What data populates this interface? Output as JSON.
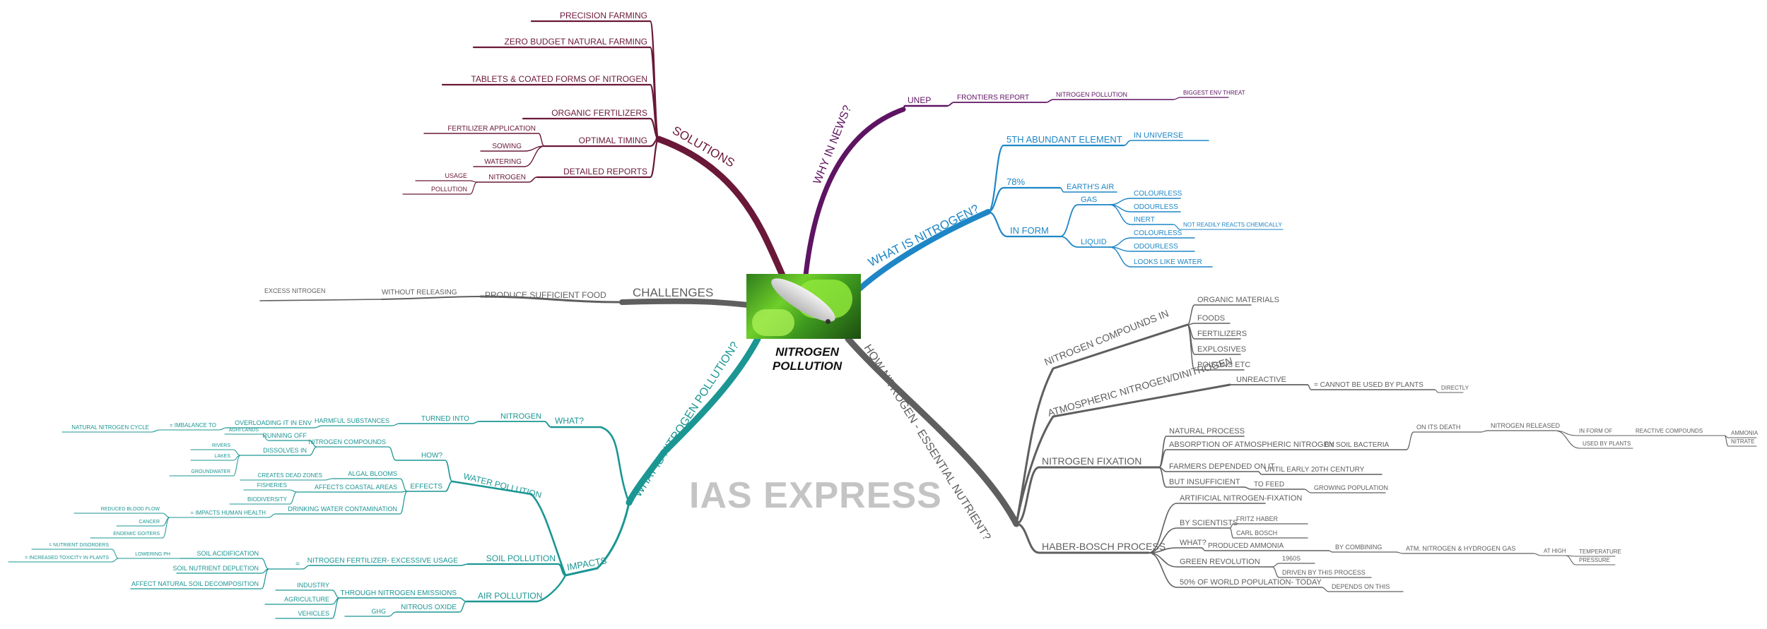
{
  "center": {
    "line1": "NITROGEN",
    "line2": "POLLUTION",
    "image_icon": "dead-fish-in-algae-photo"
  },
  "watermark": "IAS EXPRESS",
  "colors": {
    "solutions": "#6a1838",
    "news": "#5e1462",
    "what_is": "#1e86c6",
    "challenges": "#5f5f5f",
    "how": "#5f5f5f",
    "pollution": "#1b9693"
  },
  "branches": {
    "solutions": {
      "title": "SOLUTIONS",
      "items": [
        "PRECISION FARMING",
        "ZERO BUDGET NATURAL FARMING",
        "TABLETS & COATED FORMS OF NITROGEN",
        "ORGANIC FERTILIZERS",
        "OPTIMAL TIMING",
        "FERTILIZER APPLICATION",
        "SOWING",
        "WATERING",
        "DETAILED REPORTS",
        "NITROGEN",
        "USAGE",
        "POLLUTION"
      ]
    },
    "news": {
      "title": "WHY IN NEWS?",
      "items": [
        "UNEP",
        "FRONTIERS REPORT",
        "NITROGEN POLLUTION",
        "BIGGEST ENV THREAT"
      ]
    },
    "what_is": {
      "title": "WHAT IS NITROGEN?",
      "items": [
        "5TH ABUNDANT ELEMENT",
        "IN UNIVERSE",
        "78%",
        "EARTH'S AIR",
        "IN FORM",
        "GAS",
        "COLOURLESS",
        "ODOURLESS",
        "INERT",
        "NOT READILY REACTS CHEMICALLY",
        "LIQUID",
        "COLOURLESS",
        "ODOURLESS",
        "LOOKS LIKE WATER"
      ]
    },
    "challenges": {
      "title": "CHALLENGES",
      "items": [
        "PRODUCE SUFFICIENT FOOD",
        "WITHOUT RELEASING",
        "EXCESS NITROGEN"
      ]
    },
    "how": {
      "title": "HOW NITROGEN - ESSENTIAL NUTRIENT?",
      "items": [
        "NITROGEN COMPOUNDS IN",
        "ORGANIC MATERIALS",
        "FOODS",
        "FERTILIZERS",
        "EXPLOSIVES",
        "POISONS ETC",
        "ATMOSPHERIC NITROGEN/DINITROGEN",
        "UNREACTIVE",
        "= CANNOT BE USED BY PLANTS",
        "DIRECTLY",
        "NITROGEN FIXATION",
        "NATURAL PROCESS",
        "ABSORPTION OF ATMOSPHERIC NITROGEN",
        "BY SOIL BACTERIA",
        "ON ITS DEATH",
        "NITROGEN RELEASED",
        "IN FORM OF",
        "REACTIVE COMPOUNDS",
        "AMMONIA",
        "NITRATE",
        "USED BY PLANTS",
        "FARMERS DEPENDED ON IT",
        "UNTIL EARLY 20TH CENTURY",
        "BUT INSUFFICIENT",
        "TO FEED",
        "GROWING POPULATION",
        "HABER-BOSCH PROCESS",
        "ARTIFICIAL NITROGEN-FIXATION",
        "BY SCIENTISTS",
        "FRITZ HABER",
        "CARL BOSCH",
        "WHAT?",
        "PRODUCED AMMONIA",
        "BY COMBINING",
        "ATM. NITROGEN & HYDROGEN GAS",
        "AT HIGH",
        "TEMPERATURE",
        "PRESSURE",
        "GREEN REVOLUTION",
        "1960S",
        "DRIVEN BY THIS PROCESS",
        "50% OF WORLD POPULATION- TODAY",
        "DEPENDS ON THIS"
      ]
    },
    "pollution": {
      "title": "WHAT IS NITROGEN POLLUTION?",
      "items": [
        "WHAT?",
        "NITROGEN",
        "TURNED INTO",
        "HARMFUL SUBSTANCES",
        "OVERLOADING IT IN ENV",
        "= IMBALANCE TO",
        "NATURAL NITROGEN CYCLE",
        "IMPACTS",
        "WATER POLLUTION",
        "HOW?",
        "NITROGEN COMPOUNDS",
        "RUNNING OFF",
        "AGRI LANDS",
        "DISSOLVES IN",
        "RIVERS",
        "LAKES",
        "GROUNDWATER",
        "EFFECTS",
        "ALGAL BLOOMS",
        "CREATES DEAD ZONES",
        "AFFECTS COASTAL AREAS",
        "FISHERIES",
        "BIODIVERSITY",
        "DRINKING WATER CONTAMINATION",
        "= IMPACTS HUMAN HEALTH",
        "REDUCED BLOOD FLOW",
        "CANCER",
        "ENDEMIC GOITERS",
        "SOIL POLLUTION",
        "NITROGEN FERTILIZER- EXCESSIVE USAGE",
        "=",
        "SOIL ACIDIFICATION",
        "LOWERING PH",
        "= NUTRIENT DISORDERS",
        "= INCREASED TOXICITY IN PLANTS",
        "SOIL NUTRIENT DEPLETION",
        "AFFECT NATURAL SOIL DECOMPOSITION",
        "AIR POLLUTION",
        "THROUGH NITROGEN EMISSIONS",
        "INDUSTRY",
        "AGRICULTURE",
        "VEHICLES",
        "NITROUS OXIDE",
        "GHG"
      ]
    }
  }
}
